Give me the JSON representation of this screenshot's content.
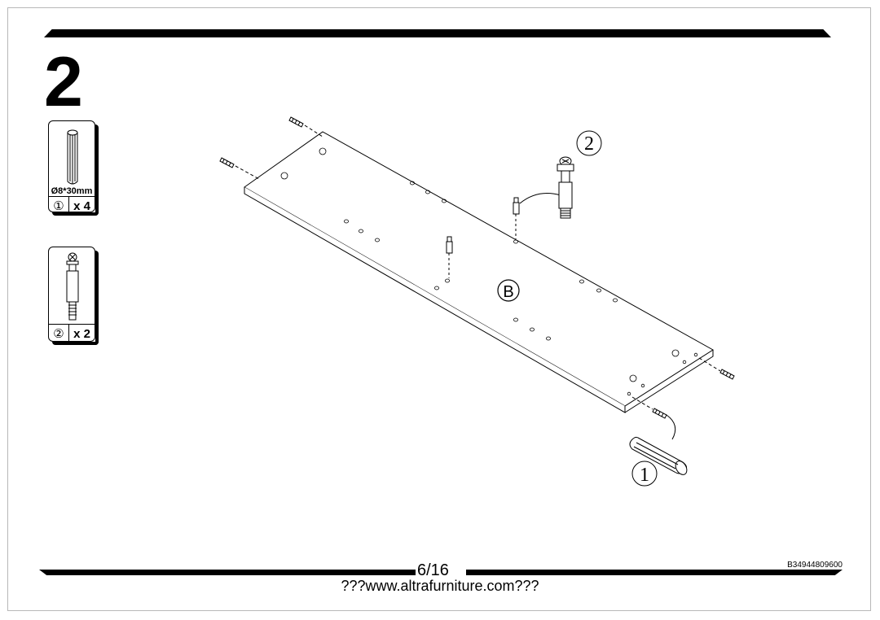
{
  "step": {
    "number": "2"
  },
  "parts": [
    {
      "spec": "Ø8*30mm",
      "number": "①",
      "quantity": "x 4",
      "icon": "wooden-dowel-icon"
    },
    {
      "spec": "",
      "number": "②",
      "quantity": "x 2",
      "icon": "cam-bolt-icon"
    }
  ],
  "diagram": {
    "panel_label": "B",
    "callout_cam": "②",
    "callout_dowel": "①"
  },
  "footer": {
    "page": "6/16",
    "code": "B34944809600",
    "url": "???www.altrafurniture.com???"
  }
}
